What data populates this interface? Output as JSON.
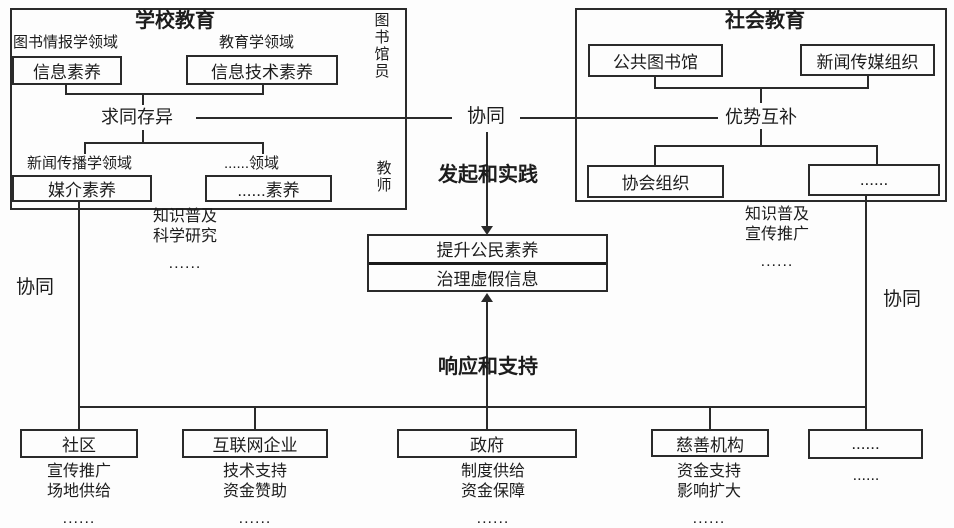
{
  "school": {
    "title": "学校教育",
    "role_librarian": "图书馆员",
    "role_teacher": "教师",
    "field_lis": "图书情报学领域",
    "box_info_literacy": "信息素养",
    "field_education": "教育学领域",
    "box_it_literacy": "信息技术素养",
    "link_seek_common_ground": "求同存异",
    "field_journalism": "新闻传播学领域",
    "box_media_literacy": "媒介素养",
    "field_other": "......领域",
    "box_other_literacy": "......素养",
    "contribution": {
      "line1": "知识普及",
      "line2": "科学研究",
      "dots": "......"
    }
  },
  "society": {
    "title": "社会教育",
    "box_public_library": "公共图书馆",
    "box_news_media": "新闻传媒组织",
    "link_complementary": "优势互补",
    "box_association": "协会组织",
    "box_other": "......",
    "contribution": {
      "line1": "知识普及",
      "line2": "宣传推广",
      "dots": "......"
    }
  },
  "center": {
    "collaboration": "协同",
    "initiate_and_practice": "发起和实践",
    "goal_primary": "提升公民素养",
    "goal_secondary": "治理虚假信息",
    "respond_and_support": "响应和支持"
  },
  "sides": {
    "left_collaboration": "协同",
    "right_collaboration": "协同"
  },
  "supporters": [
    {
      "name": "社区",
      "line1": "宣传推广",
      "line2": "场地供给",
      "dots": "......"
    },
    {
      "name": "互联网企业",
      "line1": "技术支持",
      "line2": "资金赞助",
      "dots": "......"
    },
    {
      "name": "政府",
      "line1": "制度供给",
      "line2": "资金保障",
      "dots": "......"
    },
    {
      "name": "慈善机构",
      "line1": "资金支持",
      "line2": "影响扩大",
      "dots": "......"
    },
    {
      "name": "......",
      "dots": "......"
    }
  ]
}
